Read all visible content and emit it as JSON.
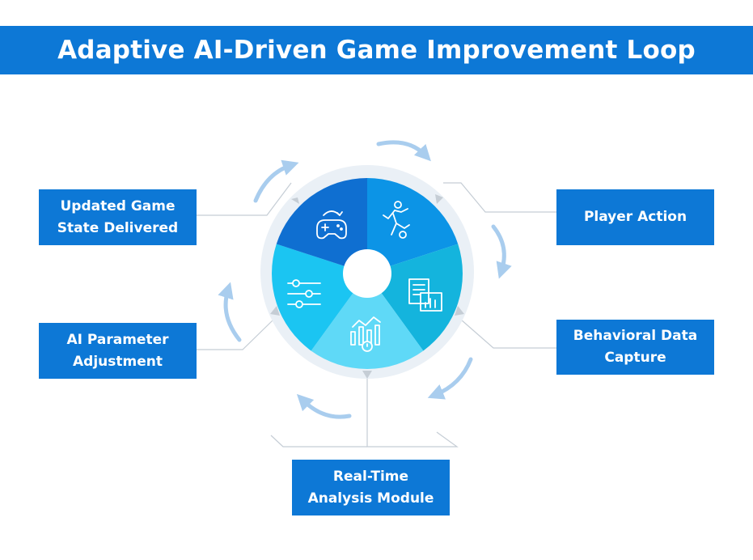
{
  "title": "Adaptive AI-Driven Game Improvement Loop",
  "steps": [
    {
      "label": "Player Action",
      "icon": "soccer-player-icon",
      "color": "#0c94e6"
    },
    {
      "label": "Behavioral Data\nCapture",
      "icon": "data-report-icon",
      "color": "#14b4dd"
    },
    {
      "label": "Real-Time\nAnalysis Module",
      "icon": "analytics-chart-icon",
      "color": "#5fd9f7"
    },
    {
      "label": "AI Parameter\nAdjustment",
      "icon": "sliders-icon",
      "color": "#1bc5f2"
    },
    {
      "label": "Updated Game\nState Delivered",
      "icon": "gamepad-refresh-icon",
      "color": "#0f6fd1"
    }
  ],
  "colors": {
    "box": "#0d78d6",
    "ring": "#eaf0f6",
    "arrow": "#a9cdee",
    "connector": "#c5cdd5"
  }
}
